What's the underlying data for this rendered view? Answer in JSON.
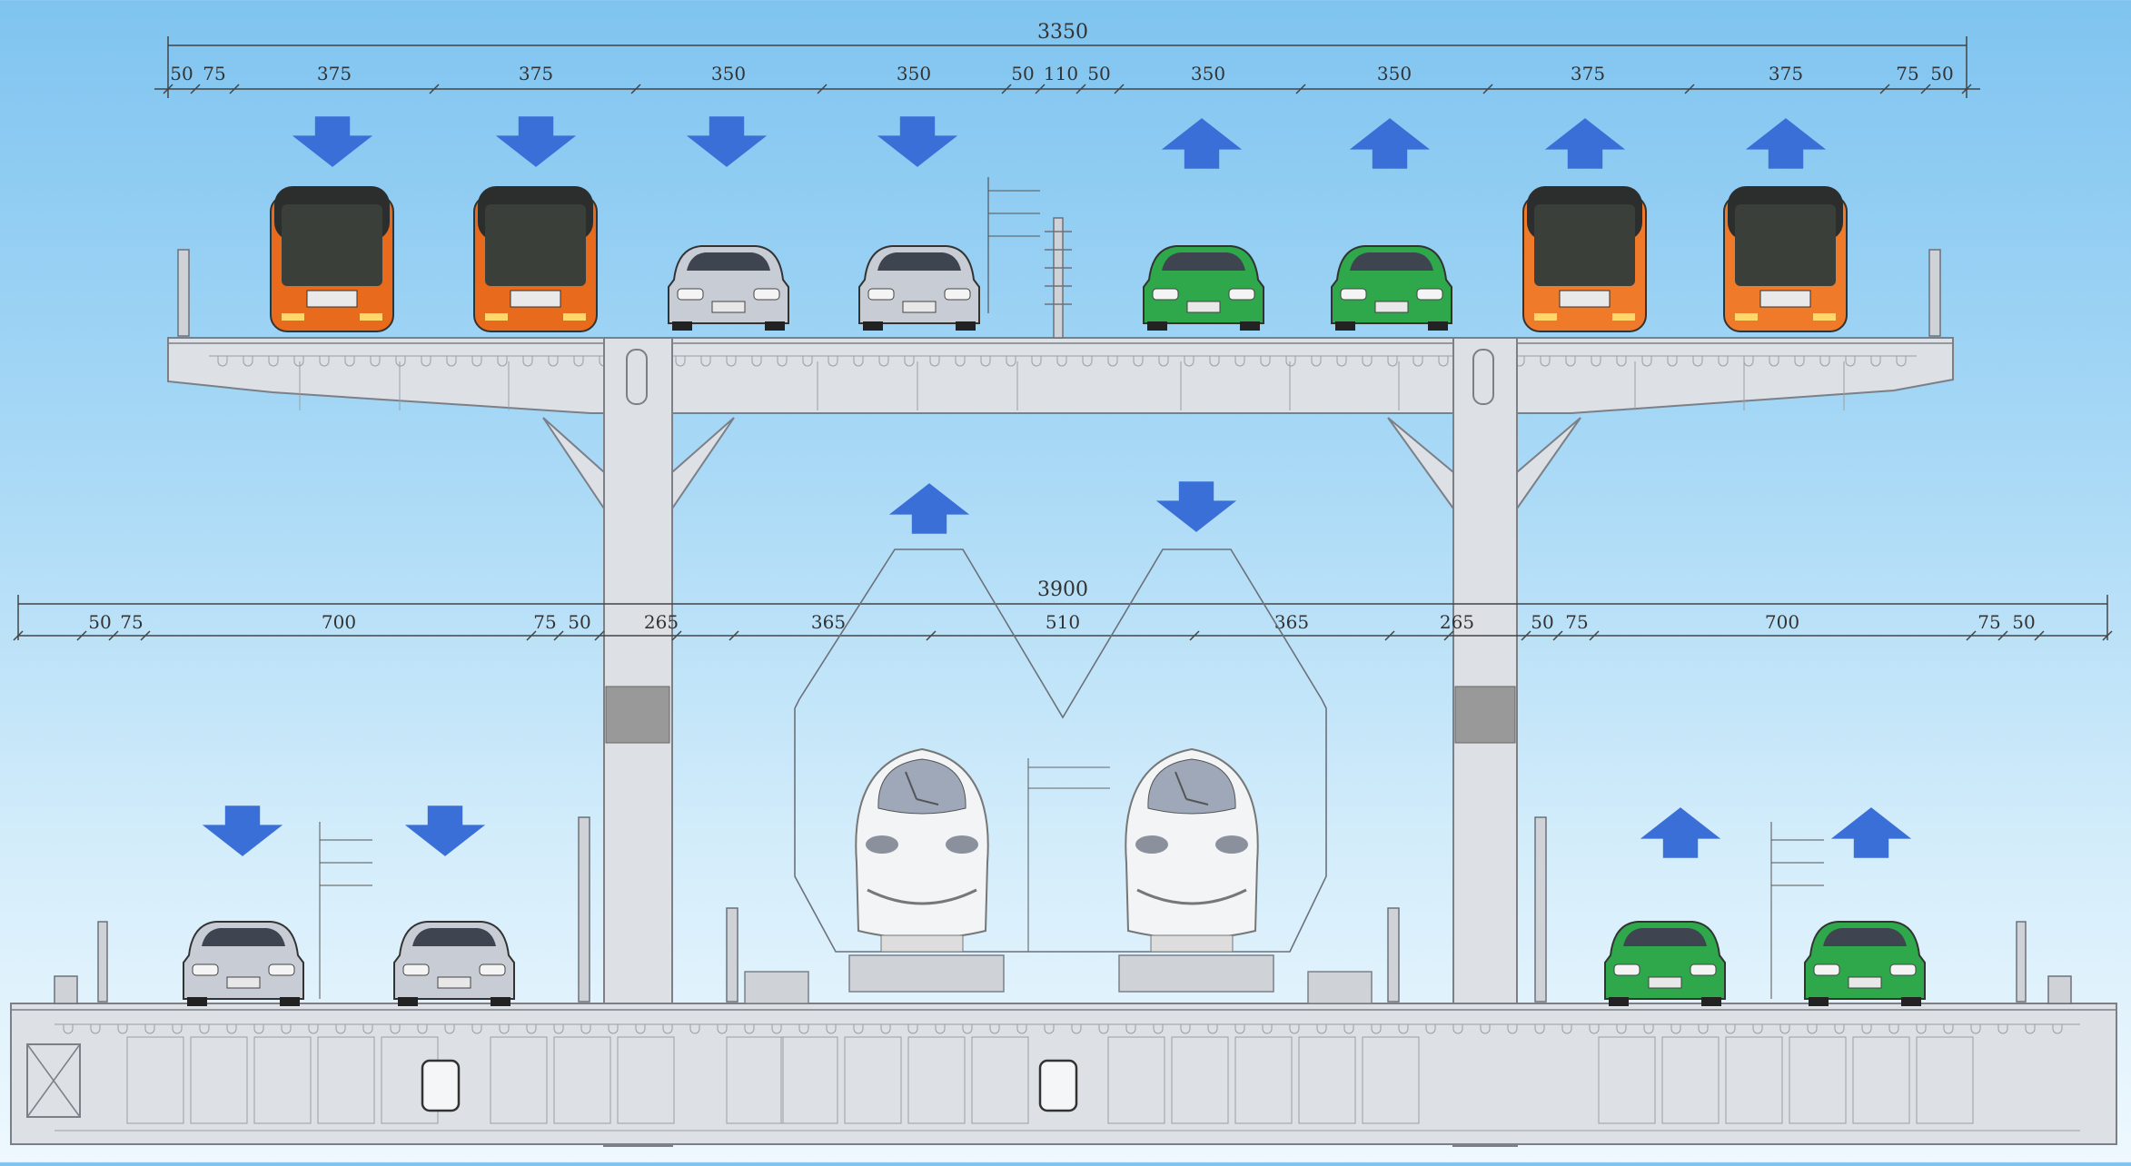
{
  "upper_deck": {
    "total_width": "3350",
    "dimensions": [
      "50",
      "75",
      "375",
      "375",
      "350",
      "350",
      "50",
      "110",
      "50",
      "350",
      "350",
      "375",
      "375",
      "75",
      "50"
    ],
    "lanes": [
      {
        "vehicle": "bus",
        "color": "#e86a1c",
        "direction": "down"
      },
      {
        "vehicle": "bus",
        "color": "#e86a1c",
        "direction": "down"
      },
      {
        "vehicle": "car",
        "color": "#c8ccd4",
        "direction": "down"
      },
      {
        "vehicle": "car",
        "color": "#c8ccd4",
        "direction": "down"
      },
      {
        "vehicle": "car",
        "color": "#2ea84a",
        "direction": "up"
      },
      {
        "vehicle": "car",
        "color": "#2ea84a",
        "direction": "up"
      },
      {
        "vehicle": "bus",
        "color": "#ef7a2a",
        "direction": "up"
      },
      {
        "vehicle": "bus",
        "color": "#ef7a2a",
        "direction": "up"
      }
    ]
  },
  "lower_deck": {
    "total_width": "3900",
    "dimensions": [
      "50",
      "75",
      "700",
      "75",
      "50",
      "265",
      "365",
      "510",
      "365",
      "265",
      "50",
      "75",
      "700",
      "75",
      "50"
    ],
    "rail_arrows": [
      "up",
      "down"
    ],
    "lanes": [
      {
        "vehicle": "car",
        "color": "#c8ccd4",
        "direction": "down"
      },
      {
        "vehicle": "car",
        "color": "#c8ccd4",
        "direction": "down"
      },
      {
        "vehicle": "train",
        "color": "#f2f4f6",
        "direction": "up"
      },
      {
        "vehicle": "train",
        "color": "#f2f4f6",
        "direction": "down"
      },
      {
        "vehicle": "car",
        "color": "#2ea84a",
        "direction": "up"
      },
      {
        "vehicle": "car",
        "color": "#2ea84a",
        "direction": "up"
      }
    ]
  },
  "colors": {
    "arrow": "#3b6fd8",
    "structure": "#dde0e4",
    "structure_stroke": "#7b8088",
    "dimension_line": "#444444"
  }
}
